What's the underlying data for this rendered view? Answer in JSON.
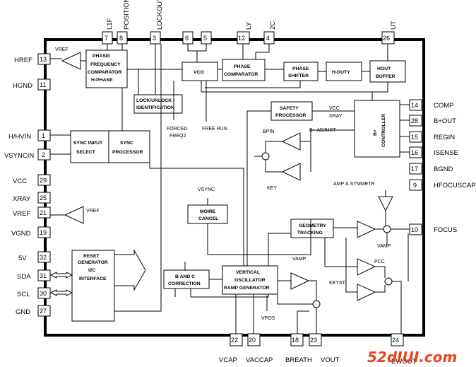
{
  "pins": {
    "p13": {
      "label": "HREF",
      "num": "13"
    },
    "p11": {
      "label": "HGND",
      "num": "11"
    },
    "p1": {
      "label": "H/HVIN",
      "num": "1"
    },
    "p2": {
      "label": "VSYNCIN",
      "num": "2"
    },
    "p29": {
      "label": "VCC",
      "num": "29"
    },
    "p25": {
      "label": "XRAY",
      "num": "25"
    },
    "p21": {
      "label": "VREF",
      "num": "21"
    },
    "p19": {
      "label": "VGND",
      "num": "19"
    },
    "p32": {
      "label": "5V",
      "num": "32"
    },
    "p31": {
      "label": "SDA",
      "num": "31"
    },
    "p30": {
      "label": "SCL",
      "num": "30"
    },
    "p27": {
      "label": "GND",
      "num": "27"
    },
    "p14": {
      "label": "COMP",
      "num": "14"
    },
    "p28": {
      "label": "B+OUT",
      "num": "28"
    },
    "p15": {
      "label": "REGIN",
      "num": "15"
    },
    "p16": {
      "label": "ISENSE",
      "num": "16"
    },
    "p17": {
      "label": "BGND",
      "num": "17"
    },
    "p9": {
      "label": "HFOCUSCAP",
      "num": "9"
    },
    "p10": {
      "label": "FOCUS",
      "num": "10"
    },
    "p22": {
      "label": "VCAP",
      "num": "22"
    },
    "p20": {
      "label": "VACCAP",
      "num": "20"
    },
    "p18": {
      "label": "BREATH",
      "num": "18"
    },
    "p23": {
      "label": "VOUT",
      "num": "23"
    },
    "p24": {
      "label": "EWOUT",
      "num": "24"
    },
    "p7": {
      "label": "L1F",
      "num": "7"
    },
    "p8": {
      "label": "POSITION",
      "num": "8"
    },
    "p3": {
      "label": "LOCKOUT",
      "num": "3"
    },
    "p6": {
      "label": "",
      "num": "6"
    },
    "p5": {
      "label": "",
      "num": "5"
    },
    "p12": {
      "label": "LY",
      "num": "12"
    },
    "p4": {
      "label": "2C",
      "num": "4"
    },
    "p26": {
      "label": "UT",
      "num": "26"
    }
  },
  "blocks": {
    "phase_comp1": [
      "PHASE/",
      "FREQUENCY",
      "COMPARATOR",
      "H-PHASE"
    ],
    "vco": [
      "VCO"
    ],
    "phase_comp2": [
      "PHASE",
      "COMPARATOR"
    ],
    "phase_shifter": [
      "PHASE",
      "SHIFTER"
    ],
    "h_duty": [
      "H-DUTY"
    ],
    "hout_buffer": [
      "HOUT",
      "BUFFER"
    ],
    "lock_ident": [
      "LOCK/UNLOCK",
      "IDENTIFICATION"
    ],
    "safety": [
      "SAFETY",
      "PROCESSOR"
    ],
    "b_controller": [
      "B+",
      "CONTROLLER"
    ],
    "sync_select": [
      "SYNC INPUT",
      "SELECT"
    ],
    "sync_proc": [
      "SYNC",
      "PROCESSOR"
    ],
    "moire": [
      "MOIRE",
      "CANCEL"
    ],
    "geometry": [
      "GEOMETRY",
      "TRACKING"
    ],
    "reset_i2c": [
      "RESET",
      "GENERATOR",
      "I2C",
      "INTERFACE"
    ],
    "bandc": [
      "B AND C",
      "CORRECTION"
    ],
    "vosc": [
      "VERTICAL",
      "OSCILLATOR",
      "RAMP GENERATOR"
    ]
  },
  "labels": {
    "vref_top": "VREF",
    "vref_mid": "VREF",
    "forced_freq": [
      "FORCED",
      "FREQ2"
    ],
    "free_run": "FREE RUN",
    "vcc_in": "VCC",
    "xray_in": "XRAY",
    "bpin": "BPIN",
    "b_adjust": "B+ ADJUST",
    "key": "KEY",
    "vsync": "VSYNC",
    "amp_symmetr": "AMP & SYMMETR",
    "vamp_right": "VAMP",
    "vamp_mid": "VAMP",
    "pcc": "PCC",
    "keyst": "KEYST.",
    "vpos": "VPOS"
  },
  "watermark": "52dIUI.com"
}
